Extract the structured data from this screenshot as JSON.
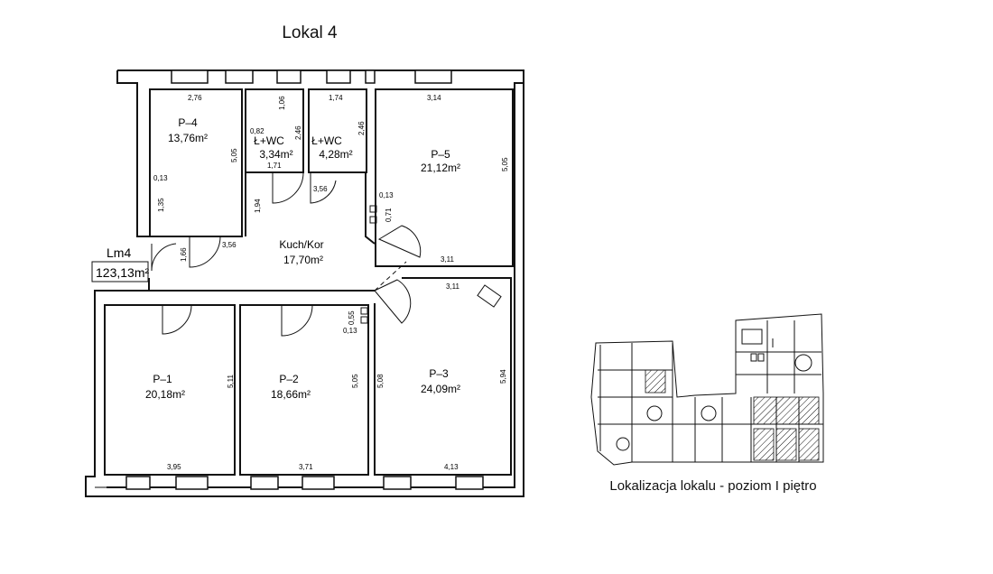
{
  "title": "Lokal 4",
  "caption": "Lokalizacja lokalu - poziom I piętro",
  "unit_label": {
    "name": "Lm4",
    "area": "123,13m²"
  },
  "rooms": [
    {
      "name": "P–4",
      "area": "13,76m²"
    },
    {
      "name": "Ł+WC",
      "area": "3,34m²"
    },
    {
      "name": "Ł+WC",
      "area": "4,28m²"
    },
    {
      "name": "P–5",
      "area": "21,12m²"
    },
    {
      "name": "Kuch/Kor",
      "area": "17,70m²"
    },
    {
      "name": "P–1",
      "area": "20,18m²"
    },
    {
      "name": "P–2",
      "area": "18,66m²"
    },
    {
      "name": "P–3",
      "area": "24,09m²"
    }
  ],
  "dimensions": [
    "2,76",
    "5,05",
    "0,13",
    "1,35",
    "1,66",
    "3,56",
    "0,82",
    "1,06",
    "2,46",
    "1,71",
    "1,94",
    "1,74",
    "2,46",
    "3,56",
    "3,14",
    "5,05",
    "0,13",
    "0,71",
    "3,11",
    "3,11",
    "5,94",
    "0,55",
    "0,13",
    "5,11",
    "3,95",
    "5,05",
    "3,71",
    "5,08",
    "4,13"
  ]
}
